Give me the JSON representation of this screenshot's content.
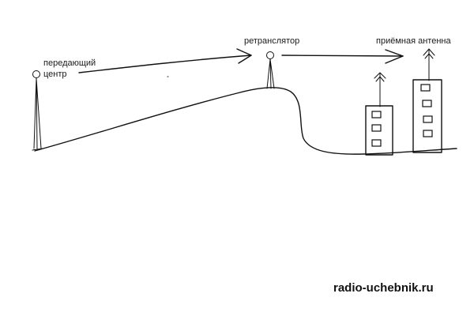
{
  "labels": {
    "transmitter_line1": "передающий",
    "transmitter_line2": "центр",
    "repeater": "ретранслятор",
    "receiver": "приёмная антенна"
  },
  "footer": {
    "site": "radio-uchebnik.ru"
  },
  "colors": {
    "ink": "#111111",
    "background": "#ffffff"
  }
}
